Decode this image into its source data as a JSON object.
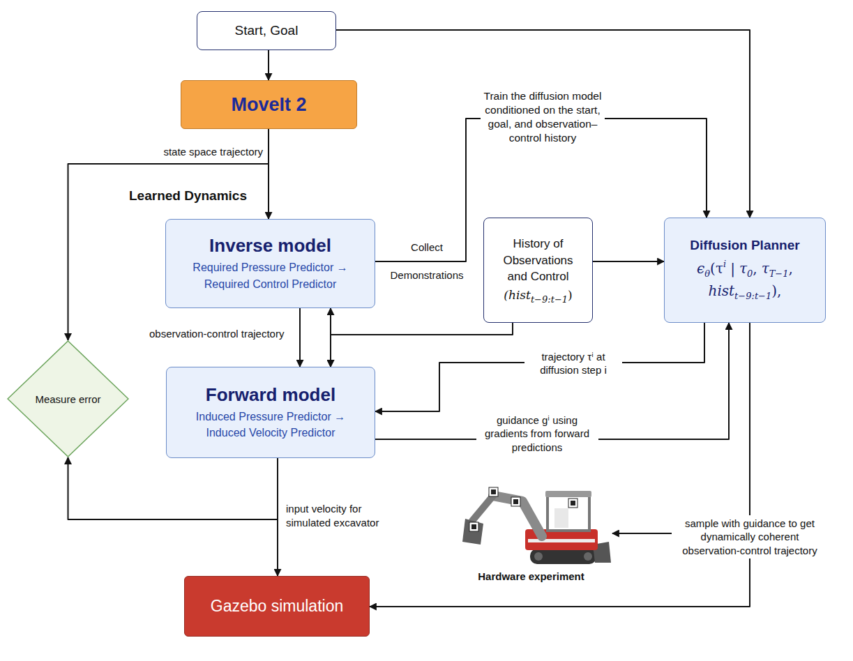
{
  "diagram": {
    "nodes": [
      {
        "text": [
          "Start, Goal"
        ]
      },
      {
        "text": [
          "MoveIt 2"
        ]
      },
      {
        "text": [
          "Inverse model",
          "Required Pressure Predictor → Required Control Predictor"
        ]
      },
      {
        "text": [
          "History of Observations and Control",
          "(hist",
          "t−9:t−1",
          ")"
        ]
      },
      {
        "text": [
          "Diffusion Planner",
          "ϵ",
          "θ",
          "(τ",
          "i",
          "|",
          "τ",
          "0",
          ",",
          "τ",
          "T−1",
          ",",
          "hist",
          "t−9:t−1",
          "),"
        ]
      },
      {
        "text": [
          "Measure error"
        ]
      },
      {
        "text": [
          "Forward model",
          "Induced Pressure Predictor → Induced Velocity Predictor"
        ]
      },
      {
        "text": [
          "Hardware experiment"
        ]
      },
      {
        "text": [
          "Gazebo simulation"
        ]
      }
    ],
    "edges": [
      {
        "from": 0,
        "to": 1,
        "arrow": "to"
      },
      {
        "from": 0,
        "to": 4,
        "arrow": "to"
      },
      {
        "from": 1,
        "to": 2,
        "label": "state space trajectory",
        "arrow": "to"
      },
      {
        "from": 1,
        "to": 5,
        "arrow": "to"
      },
      {
        "from": 2,
        "to": 4,
        "label": "Collect Demonstrations",
        "arrow": "to"
      },
      {
        "from": 3,
        "to": 4,
        "arrow": "to"
      },
      {
        "from": 2,
        "to": 6,
        "label": "observation-control trajectory",
        "arrow": "to"
      },
      {
        "from": 2,
        "to": 6,
        "arrow": "both"
      },
      {
        "from": 3,
        "to": 6,
        "arrow": "to"
      },
      {
        "from": 4,
        "to": 6,
        "label": "trajectory τⁱ at diffusion step i",
        "arrow": "to"
      },
      {
        "from": 6,
        "to": 4,
        "label": "guidance gⁱ using gradients from forward predictions",
        "arrow": "to"
      },
      {
        "from": 6,
        "to": 8,
        "label": "input velocity for simulated excavator",
        "arrow": "to"
      },
      {
        "from": 6,
        "to": 5,
        "arrow": "to"
      },
      {
        "from": 4,
        "to": 7,
        "label": "sample with guidance to get dynamically coherent observation-control trajectory",
        "arrow": "to"
      },
      {
        "from": 4,
        "to": 8,
        "arrow": "to"
      }
    ],
    "labels": [
      "Learned Dynamics",
      "Train the diffusion model conditioned on the start, goal, and observation–control history"
    ]
  }
}
